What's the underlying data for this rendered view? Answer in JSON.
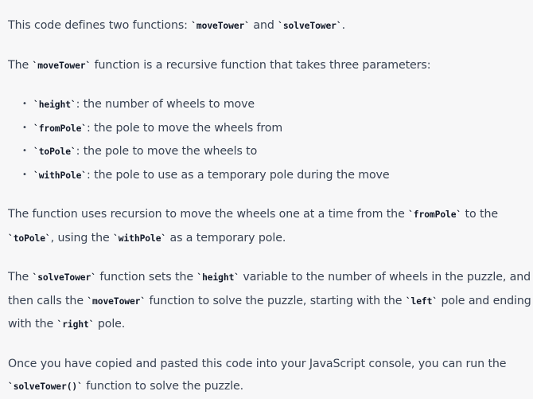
{
  "blocks": [
    {
      "type": "p",
      "segments": [
        {
          "t": "text",
          "v": "This code defines two functions: "
        },
        {
          "t": "code",
          "v": "`moveTower`"
        },
        {
          "t": "text",
          "v": " and "
        },
        {
          "t": "code",
          "v": "`solveTower`"
        },
        {
          "t": "text",
          "v": "."
        }
      ]
    },
    {
      "type": "p",
      "segments": [
        {
          "t": "text",
          "v": "The "
        },
        {
          "t": "code",
          "v": "`moveTower`"
        },
        {
          "t": "text",
          "v": " function is a recursive function that takes three parameters:"
        }
      ]
    },
    {
      "type": "ul",
      "items": [
        {
          "segments": [
            {
              "t": "code",
              "v": "`height`"
            },
            {
              "t": "text",
              "v": ": the number of wheels to move"
            }
          ]
        },
        {
          "segments": [
            {
              "t": "code",
              "v": "`fromPole`"
            },
            {
              "t": "text",
              "v": ": the pole to move the wheels from"
            }
          ]
        },
        {
          "segments": [
            {
              "t": "code",
              "v": "`toPole`"
            },
            {
              "t": "text",
              "v": ": the pole to move the wheels to"
            }
          ]
        },
        {
          "segments": [
            {
              "t": "code",
              "v": "`withPole`"
            },
            {
              "t": "text",
              "v": ": the pole to use as a temporary pole during the move"
            }
          ]
        }
      ]
    },
    {
      "type": "p",
      "segments": [
        {
          "t": "text",
          "v": "The function uses recursion to move the wheels one at a time from the "
        },
        {
          "t": "code",
          "v": "`fromPole`"
        },
        {
          "t": "text",
          "v": " to the "
        },
        {
          "t": "code",
          "v": "`toPole`"
        },
        {
          "t": "text",
          "v": ", using the "
        },
        {
          "t": "code",
          "v": "`withPole`"
        },
        {
          "t": "text",
          "v": " as a temporary pole."
        }
      ]
    },
    {
      "type": "p",
      "segments": [
        {
          "t": "text",
          "v": "The "
        },
        {
          "t": "code",
          "v": "`solveTower`"
        },
        {
          "t": "text",
          "v": " function sets the "
        },
        {
          "t": "code",
          "v": "`height`"
        },
        {
          "t": "text",
          "v": " variable to the number of wheels in the puzzle, and then calls the "
        },
        {
          "t": "code",
          "v": "`moveTower`"
        },
        {
          "t": "text",
          "v": " function to solve the puzzle, starting with the "
        },
        {
          "t": "code",
          "v": "`left`"
        },
        {
          "t": "text",
          "v": " pole and ending with the "
        },
        {
          "t": "code",
          "v": "`right`"
        },
        {
          "t": "text",
          "v": " pole."
        }
      ]
    },
    {
      "type": "p",
      "segments": [
        {
          "t": "text",
          "v": "Once you have copied and pasted this code into your JavaScript console, you can run the "
        },
        {
          "t": "code",
          "v": "`solveTower()`"
        },
        {
          "t": "text",
          "v": " function to solve the puzzle."
        }
      ]
    }
  ],
  "bullet_glyph": "•"
}
